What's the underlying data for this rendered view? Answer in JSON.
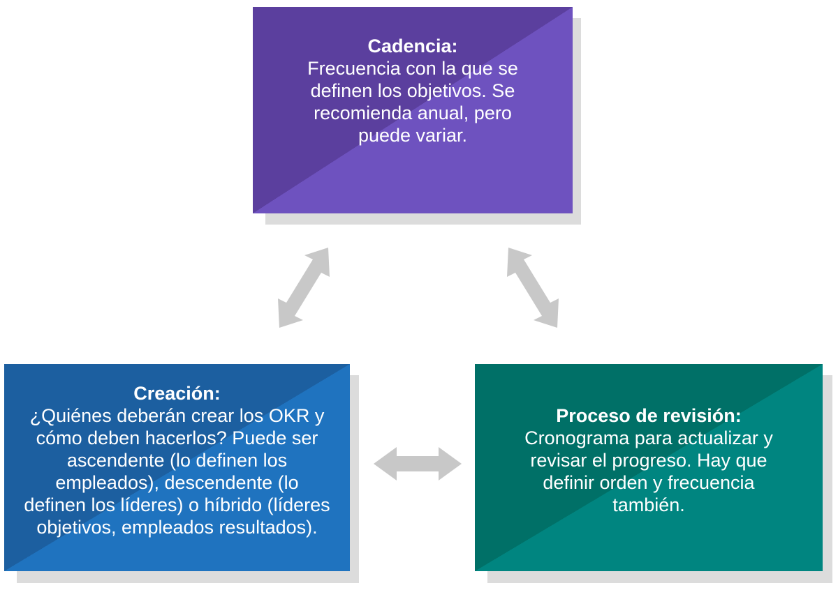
{
  "boxes": {
    "cadencia": {
      "title": "Cadencia:",
      "body": "Frecuencia con la que se\ndefinen los objetivos. Se\nrecomienda anual, pero\npuede variar.",
      "color": "#6a4fb8"
    },
    "creacion": {
      "title": "Creación:",
      "body": "¿Quiénes deberán crear los OKR y\ncómo  deben hacerlos? Puede ser\nascendente (lo definen los\nempleados), descendente (lo\ndefinen los líderes) o híbrido (líderes\nobjetivos, empleados resultados).",
      "color": "#1f6fb8"
    },
    "proceso": {
      "title": "Proceso de revisión:",
      "body": "Cronograma para actualizar y\nrevisar el progreso. Hay que\ndefinir orden y frecuencia\ntambién.",
      "color": "#00837d"
    }
  },
  "arrow_color": "#c8c8c8"
}
